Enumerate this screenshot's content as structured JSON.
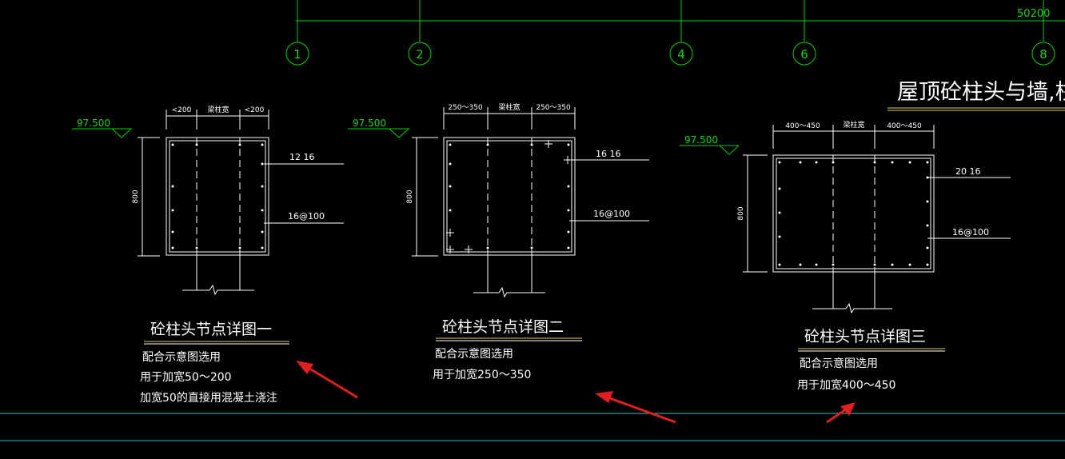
{
  "axis_labels": [
    "1",
    "2",
    "4",
    "6",
    "8"
  ],
  "overall_dimension": "50200",
  "drawing_title": "屋顶砼柱头与墙,柱,梁",
  "details": [
    {
      "elevation": "97.500",
      "top_dims": [
        "<200",
        "梁柱宽",
        "<200"
      ],
      "height_dim": "800",
      "rebar_main": "12 16",
      "rebar_stirrup": "16@100",
      "title": "砼柱头节点详图一",
      "notes": [
        "配合示意图选用",
        "用于加宽50～200",
        "加宽50的直接用混凝土浇注"
      ]
    },
    {
      "elevation": "97.500",
      "top_dims": [
        "250～350",
        "梁柱宽",
        "250～350"
      ],
      "height_dim": "800",
      "rebar_main": "16 16",
      "rebar_stirrup": "16@100",
      "title": "砼柱头节点详图二",
      "notes": [
        "配合示意图选用",
        "用于加宽250～350"
      ]
    },
    {
      "elevation": "97.500",
      "top_dims": [
        "400～450",
        "梁柱宽",
        "400～450"
      ],
      "height_dim": "800",
      "rebar_main": "20 16",
      "rebar_stirrup": "16@100",
      "title": "砼柱头节点详图三",
      "notes": [
        "配合示意图选用",
        "用于加宽400～450"
      ]
    }
  ],
  "colors": {
    "background": "#000000",
    "lines": "#ffffff",
    "axis": "#11cc11",
    "cyan_guides": "#22c8c8",
    "underline": "#d8d070",
    "annotation_arrow": "#e02020"
  }
}
